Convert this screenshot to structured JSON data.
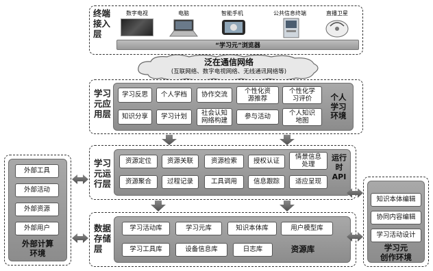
{
  "terminal": {
    "label": "终端\n接入\n层",
    "devices": [
      "数字电视",
      "电脑",
      "智能手机",
      "公共信息终端",
      "直播卫星"
    ],
    "browser": "“学习元”浏览器"
  },
  "network": {
    "title": "泛在通信网络",
    "subtitle": "(互联网络、数字电视网络、无线通讯网络等)"
  },
  "app_layer": {
    "label": "学习\n元应\n用层",
    "row1": [
      "学习反思",
      "个人学档",
      "协作交流",
      "个性化资\n源推荐",
      "个性化学\n习评价"
    ],
    "row2": [
      "知识分享",
      "学习计划",
      "社会认知\n网络构建",
      "参与活动",
      "个人知识\n地图"
    ],
    "panel_title": "个人\n学习\n环境"
  },
  "runtime_layer": {
    "label": "学习\n元运\n行层",
    "row1": [
      "资源定位",
      "资源关联",
      "资源检索",
      "授权认证",
      "情景信息\n处理"
    ],
    "row2": [
      "资源聚合",
      "过程记录",
      "工具调用",
      "信息跟踪",
      "适应呈现"
    ],
    "panel_title": "运行\n时\nAPI"
  },
  "storage_layer": {
    "label": "数据\n存储\n层",
    "row1": [
      "学习活动库",
      "学习元库",
      "知识本体库",
      "用户模型库"
    ],
    "row2": [
      "学习工具库",
      "设备信息库",
      "日志库"
    ],
    "panel_title": "资源库"
  },
  "external": {
    "items": [
      "外部工具",
      "外部活动",
      "外部资源",
      "外部用户"
    ],
    "title": "外部计算\n环境"
  },
  "authoring": {
    "items": [
      "知识本体编辑",
      "协同内容编辑",
      "学习活动设计"
    ],
    "title": "学习元\n创作环境"
  }
}
